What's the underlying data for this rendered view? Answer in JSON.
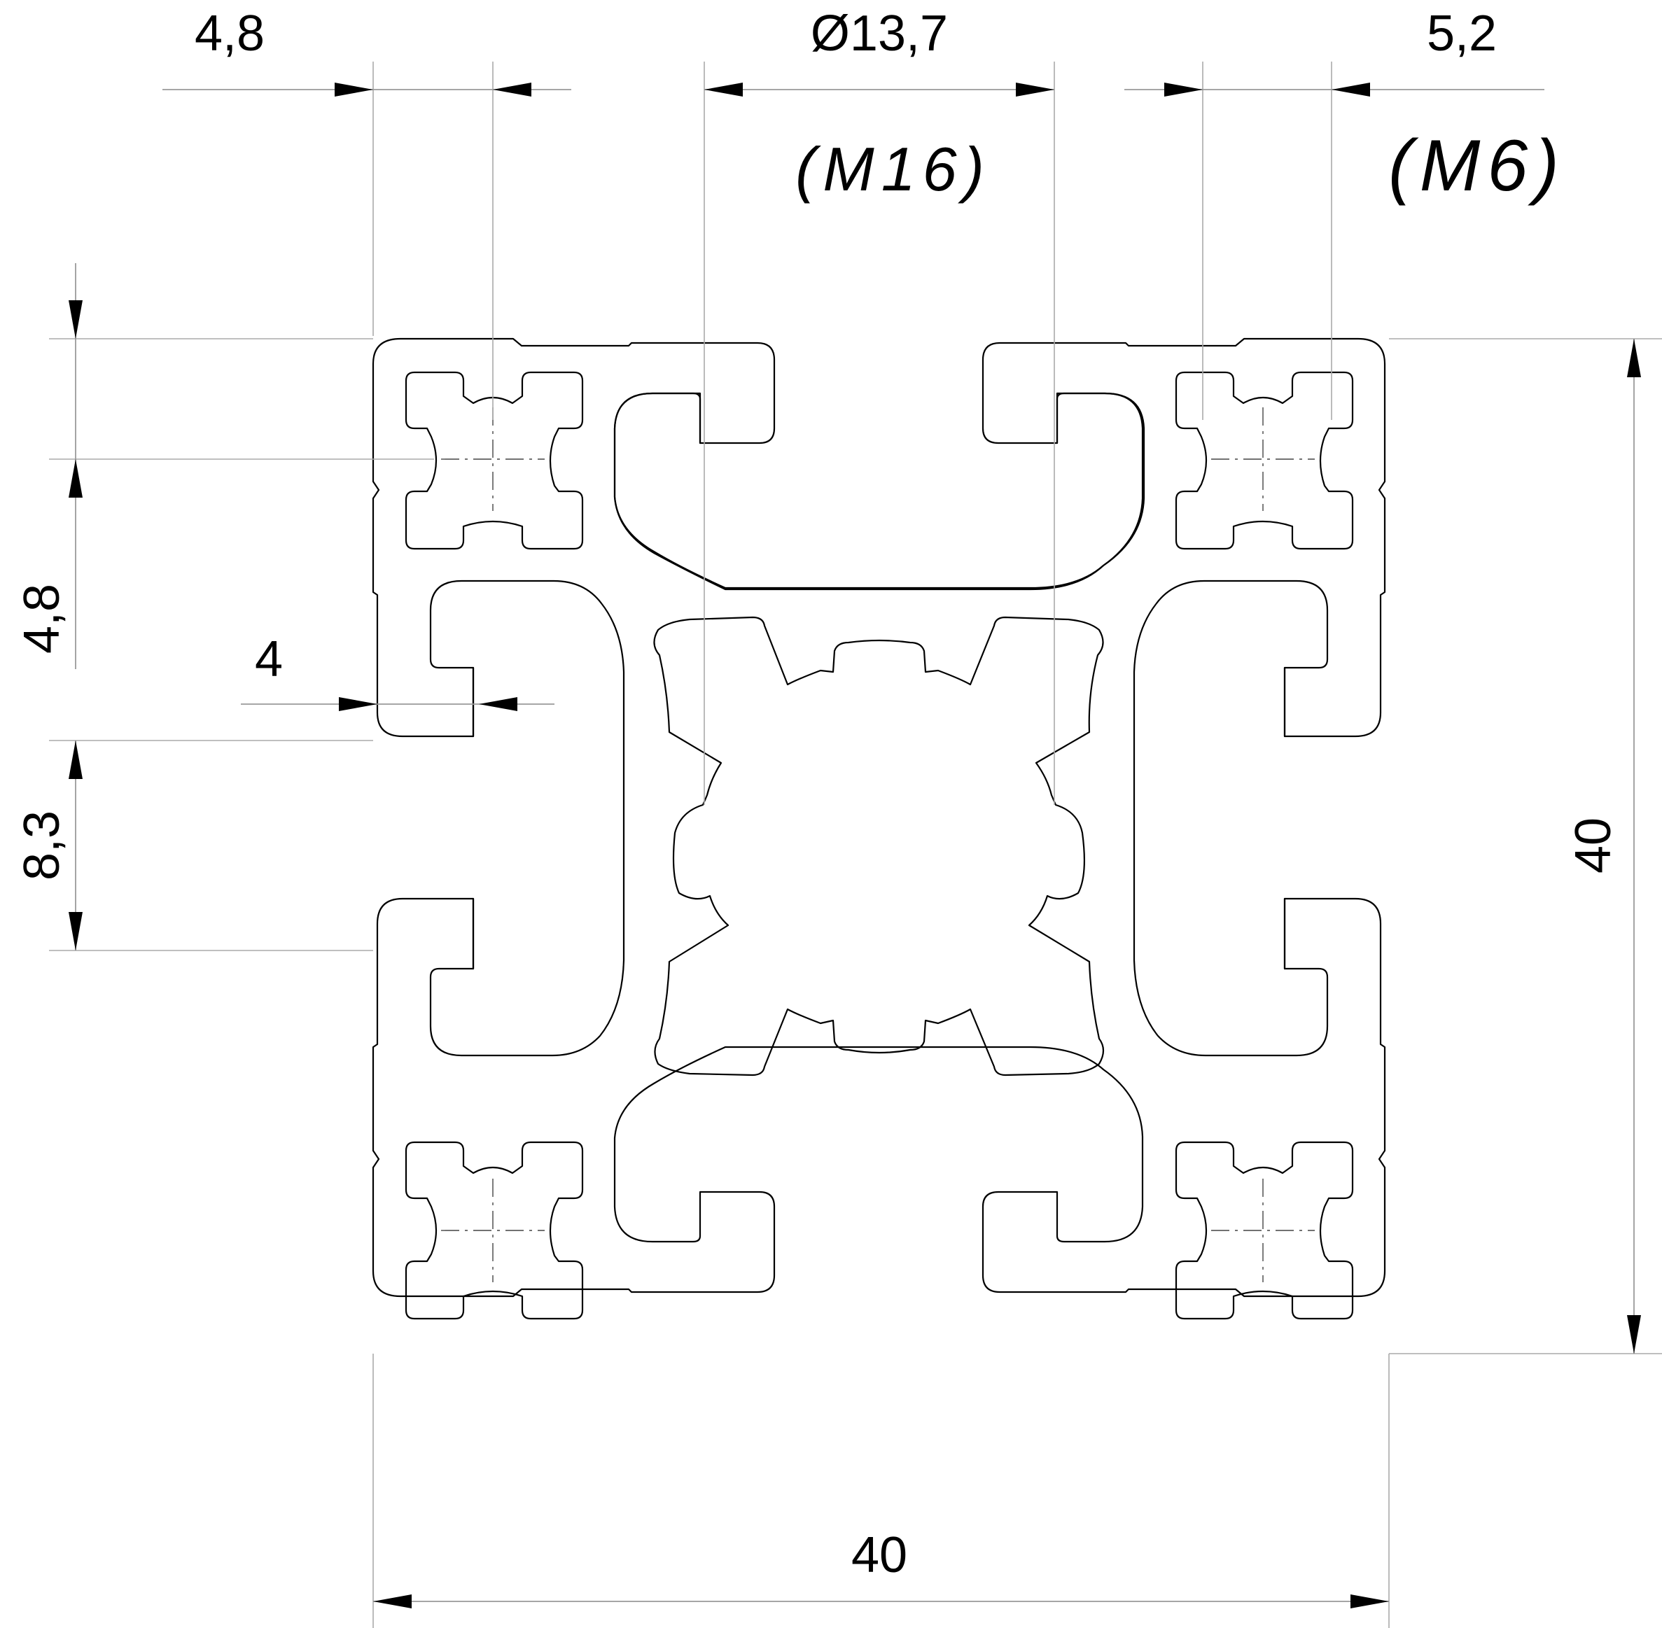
{
  "dimensions": {
    "top_left_width": "4,8",
    "bore_diameter": "Ø13,7",
    "top_right_width": "5,2",
    "left_upper_height": "4,8",
    "slot_wall": "4",
    "slot_opening": "8,3",
    "overall_height": "40",
    "overall_width": "40"
  },
  "notes": {
    "center_thread": "(M16)",
    "corner_thread": "(M6)"
  },
  "colors": {
    "line": "#000000",
    "extension": "#aaaaaa",
    "background": "#ffffff"
  }
}
